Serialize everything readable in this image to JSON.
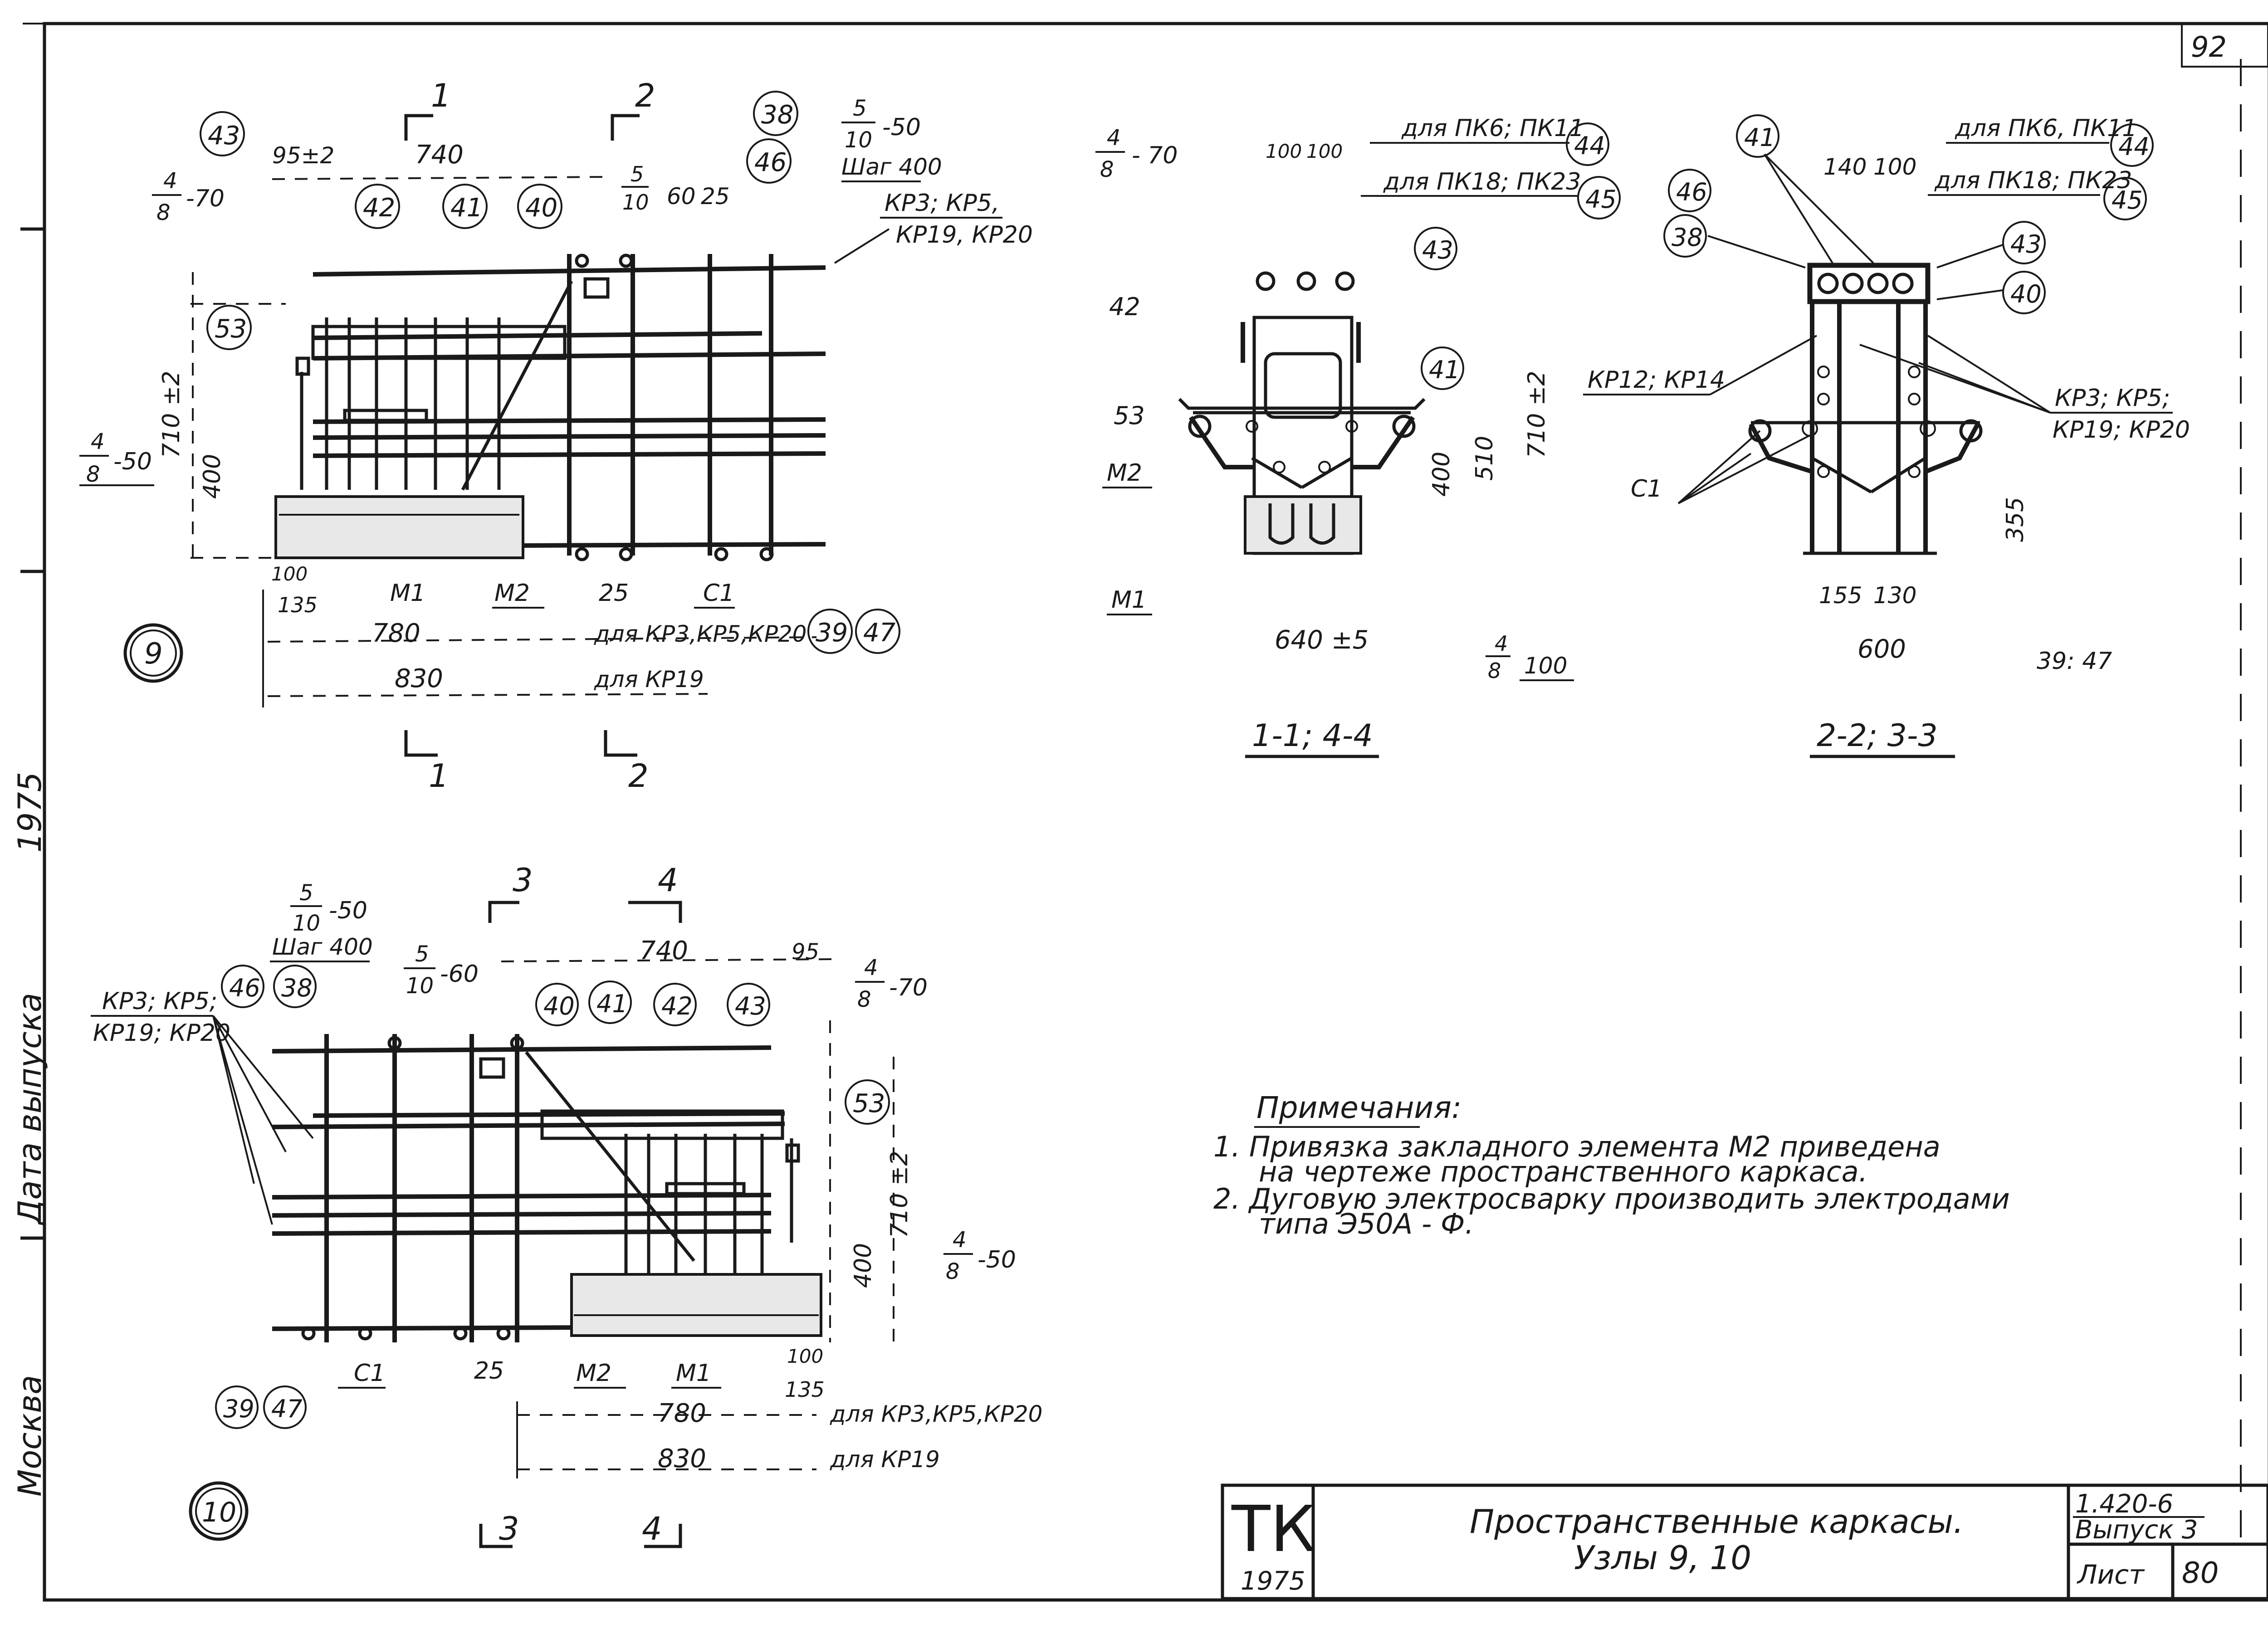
{
  "sheet_corner_number": "92",
  "left_margin": {
    "release_date_label": "Дата выпуска",
    "year": "1975",
    "city": "Москва"
  },
  "node9": {
    "number": "9",
    "section1_top": "1",
    "section2_top": "2",
    "section1_bottom": "1",
    "section2_bottom": "2",
    "callouts": {
      "c43": "43",
      "c38": "38",
      "c46": "46",
      "c42": "42",
      "c41": "41",
      "c40": "40",
      "c53": "53",
      "c39": "39",
      "c47": "47"
    },
    "dims": {
      "d95": "95±2",
      "d740": "740",
      "d710": "710 ±2",
      "d400": "400",
      "d100": "100",
      "d135": "135",
      "d25a": "25",
      "d60": "60",
      "d25b": "25",
      "d780": "780",
      "d830": "830"
    },
    "frac_4_8_70": {
      "num": "4",
      "den": "8",
      "val": "-70"
    },
    "frac_4_8_50": {
      "num": "4",
      "den": "8",
      "val": "-50"
    },
    "frac_5_10_50": {
      "num": "5",
      "den": "10",
      "val": "-50",
      "step": "Шаг 400"
    },
    "frac_5_10_60": {
      "num": "5",
      "den": "10"
    },
    "labels": {
      "kr_top": "КР3; КР5,",
      "kr_bottom": "КР19, КР20",
      "m1": "М1",
      "m2": "М2",
      "c1": "С1"
    },
    "notes": {
      "for_kr3": "для КР3,КР5,КР20",
      "for_kr19": "для КР19"
    }
  },
  "section11": {
    "title": "1-1; 4-4",
    "frac_4_8_70": {
      "num": "4",
      "den": "8",
      "val": "- 70"
    },
    "dims": {
      "d100a": "100",
      "d100b": "100",
      "d510": "510",
      "d710": "710 ±2",
      "d400": "400",
      "d640": "640 ±5"
    },
    "frac_4_8_100": {
      "num": "4",
      "den": "8",
      "val": "100"
    },
    "callouts": {
      "c44": "44",
      "c45": "45",
      "c43": "43",
      "c42": "42",
      "c41": "41",
      "c53": "53"
    },
    "labels": {
      "for_pk6": "для ПК6; ПК11",
      "for_pk18": "для ПК18; ПК23",
      "m2": "М2",
      "m1": "М1"
    }
  },
  "section22": {
    "title": "2-2; 3-3",
    "dims": {
      "d140": "140",
      "d100": "100",
      "d355": "355",
      "d155": "155",
      "d130": "130",
      "d600": "600"
    },
    "callouts": {
      "c41": "41",
      "c44": "44",
      "c45": "45",
      "c46": "46",
      "c38": "38",
      "c43": "43",
      "c40": "40"
    },
    "labels": {
      "for_pk6": "для ПК6, ПК11",
      "for_pk18": "для ПК18; ПК23",
      "kr12": "КР12; КР14",
      "kr3": "КР3; КР5;",
      "kr19": "КР19; КР20",
      "c1": "С1",
      "ref": "39: 47"
    }
  },
  "node10": {
    "number": "10",
    "section3_top": "3",
    "section4_top": "4",
    "section3_bottom": "3",
    "section4_bottom": "4",
    "frac_5_10_50": {
      "num": "5",
      "den": "10",
      "val": "-50",
      "step": "Шаг 400"
    },
    "frac_5_10_60": {
      "num": "5",
      "den": "10",
      "val": "-60"
    },
    "frac_4_8_70": {
      "num": "4",
      "den": "8",
      "val": "-70"
    },
    "frac_4_8_50": {
      "num": "4",
      "den": "8",
      "val": "-50"
    },
    "callouts": {
      "c46": "46",
      "c38": "38",
      "c40": "40",
      "c41": "41",
      "c42": "42",
      "c43": "43",
      "c53": "53",
      "c39": "39",
      "c47": "47"
    },
    "dims": {
      "d740": "740",
      "d95": "95",
      "d710": "710 ±2",
      "d400": "400",
      "d25": "25",
      "d100": "100",
      "d135": "135",
      "d780": "780",
      "d830": "830"
    },
    "labels": {
      "kr_top": "КР3; КР5;",
      "kr_bottom": "КР19; КР20",
      "c1": "С1",
      "m2": "М2",
      "m1": "М1"
    },
    "notes": {
      "for_kr3": "для КР3,КР5,КР20",
      "for_kr19": "для КР19"
    }
  },
  "notes": {
    "heading": "Примечания:",
    "item1_a": "1.  Привязка закладного элемента М2 приведена",
    "item1_b": "на чертеже пространственного каркаса.",
    "item2_a": "2.  Дуговую электросварку производить электродами",
    "item2_b": "типа Э50А - Ф."
  },
  "title_block": {
    "org": "ТК",
    "year": "1975",
    "title_line1": "Пространственные каркасы.",
    "title_line2": "Узлы 9, 10",
    "series": "1.420-6",
    "issue": "Выпуск 3",
    "sheet_label": "Лист",
    "sheet_no": "80"
  }
}
